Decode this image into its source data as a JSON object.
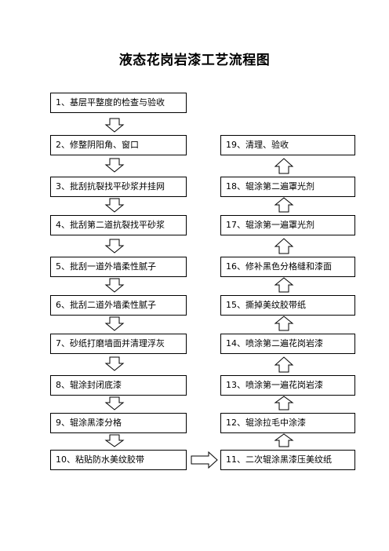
{
  "title": "液态花岗岩漆工艺流程图",
  "left_steps": [
    "1、基层平整度的检查与验收",
    "2、修整阴阳角、窗口",
    "3、批刮抗裂找平砂浆并挂网",
    "4、批刮第二道抗裂找平砂浆",
    "5、批刮一道外墙柔性腻子",
    "6、批刮二道外墙柔性腻子",
    "7、砂纸打磨墙面并清理浮灰",
    "8、辊涂封闭底漆",
    "9、辊涂黑漆分格",
    "10、粘贴防水美纹胶带"
  ],
  "right_steps": [
    "19、清理、验收",
    "18、辊涂第二遍罩光剂",
    "17、辊涂第一遍罩光剂",
    "16、修补黑色分格缝和漆面",
    "15、撕掉美纹胶带纸",
    "14、喷涂第二遍花岗岩漆",
    "13、喷涂第一遍花岗岩漆",
    "12、辊涂拉毛中涂漆",
    "11、二次辊涂黑漆压美纹纸"
  ]
}
